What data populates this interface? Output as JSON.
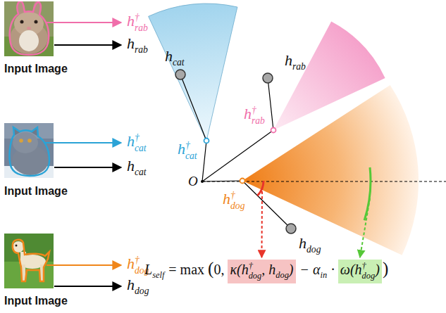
{
  "diagram": {
    "nodes": [
      {
        "text": [
          "Input Image"
        ]
      },
      {
        "text": [
          "Input Image"
        ]
      },
      {
        "text": [
          "Input Image"
        ]
      }
    ],
    "labels": [
      "h",
      "†",
      "rab",
      "h",
      "rab",
      "h",
      "†",
      "cat",
      "h",
      "cat",
      "h",
      "†",
      "dog",
      "h",
      "dog",
      "h",
      "cat",
      "h",
      "rab",
      "h",
      "†",
      "rab",
      "h",
      "†",
      "cat",
      "O",
      "h",
      "†",
      "dog",
      "h",
      "dog",
      "L",
      "self",
      "= max",
      "(",
      "0,",
      "κ(h",
      "†",
      "dog",
      ", h",
      "dog",
      ")",
      "− α",
      "in",
      "·",
      "ω(h",
      "†",
      "dog",
      ")",
      ")"
    ]
  }
}
